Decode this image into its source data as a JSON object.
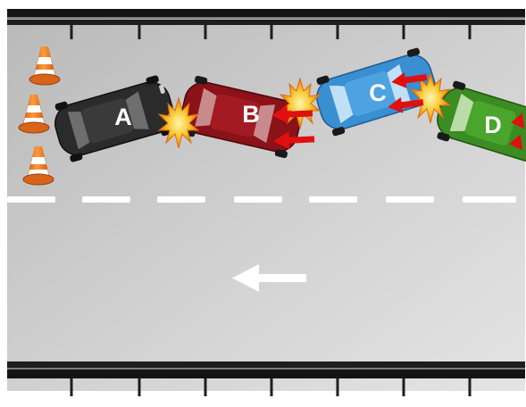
{
  "diagram": {
    "cars": [
      {
        "label": "A",
        "color": "#2b2b2b"
      },
      {
        "label": "B",
        "color": "#8b1218"
      },
      {
        "label": "C",
        "color": "#3a8fd2"
      },
      {
        "label": "D",
        "color": "#3b8c22"
      }
    ],
    "cone_count": 3,
    "colors": {
      "road": "#c8c8c8",
      "curb": "#141414",
      "lane_marking": "#ffffff",
      "impact_arrow": "#e01010",
      "traffic_arrow": "#ffffff",
      "cone": "#f07a1e",
      "impact": "#f2b21e"
    },
    "icons": [
      "traffic-cone-icon",
      "impact-burst-icon",
      "force-arrow-icon",
      "traffic-direction-arrow-icon"
    ]
  }
}
